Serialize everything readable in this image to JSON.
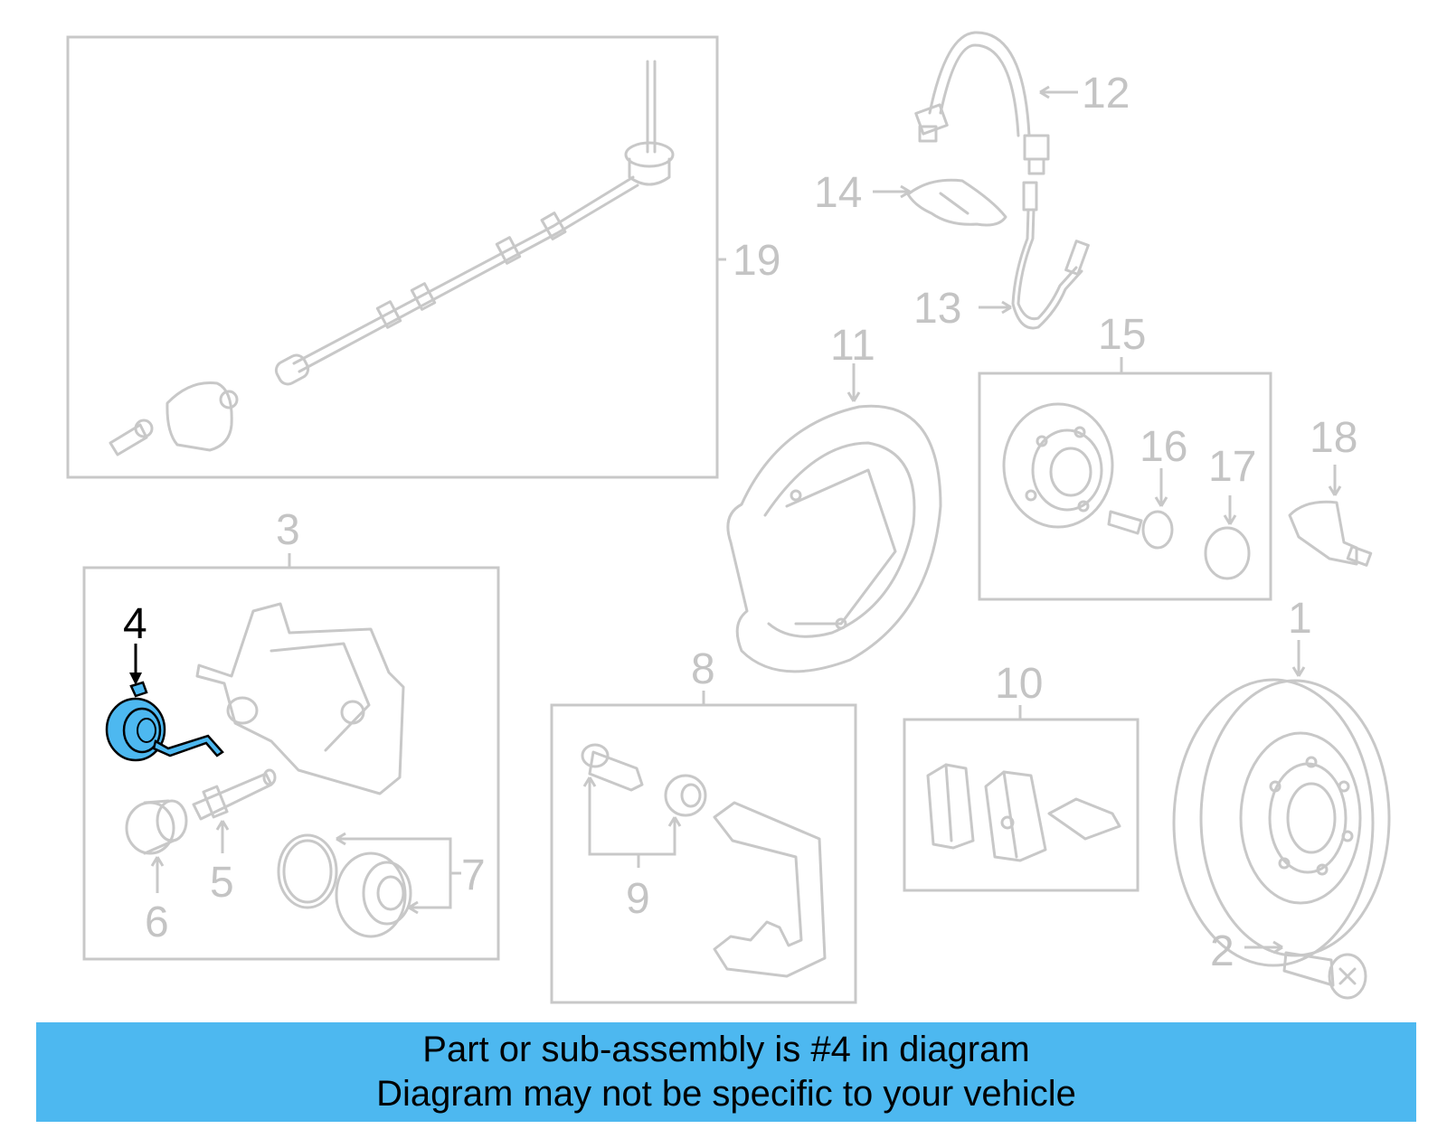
{
  "colors": {
    "highlight": "#4db8f0",
    "banner": "#4db8f0",
    "line_art": "#c8c8c8",
    "callout_inactive": "#c4c4c4",
    "callout_active": "#000000"
  },
  "callouts": {
    "n1": "1",
    "n2": "2",
    "n3": "3",
    "n4": "4",
    "n5": "5",
    "n6": "6",
    "n7": "7",
    "n8": "8",
    "n9": "9",
    "n10": "10",
    "n11": "11",
    "n12": "12",
    "n13": "13",
    "n14": "14",
    "n15": "15",
    "n16": "16",
    "n17": "17",
    "n18": "18",
    "n19": "19"
  },
  "highlighted_part": "4",
  "banner": {
    "line1": "Part or sub-assembly is #4 in diagram",
    "line2": "Diagram may not be specific to your vehicle"
  }
}
